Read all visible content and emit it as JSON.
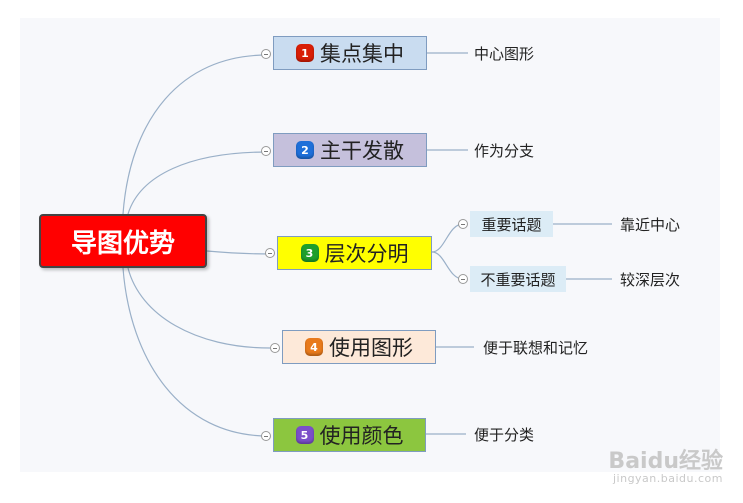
{
  "root": {
    "label": "导图优势",
    "color": "#ff0000"
  },
  "branches": [
    {
      "num": "1",
      "label": "集点集中",
      "fill": "#c9dcf0",
      "badge": "#d81e06",
      "leaf": "中心图形"
    },
    {
      "num": "2",
      "label": "主干发散",
      "fill": "#c5c0dc",
      "badge": "#1e6fd9",
      "leaf": "作为分支"
    },
    {
      "num": "3",
      "label": "层次分明",
      "fill": "#ffff00",
      "badge": "#1e9e2c",
      "children": [
        {
          "label": "重要话题",
          "leaf": "靠近中心"
        },
        {
          "label": "不重要话题",
          "leaf": "较深层次"
        }
      ]
    },
    {
      "num": "4",
      "label": "使用图形",
      "fill": "#fde9d9",
      "badge": "#e87a1c",
      "leaf": "便于联想和记忆"
    },
    {
      "num": "5",
      "label": "使用颜色",
      "fill": "#8cc63f",
      "badge": "#7b4fc9",
      "leaf": "便于分类"
    }
  ],
  "watermark": {
    "brand": "Baidu经验",
    "url": "jingyan.baidu.com"
  }
}
